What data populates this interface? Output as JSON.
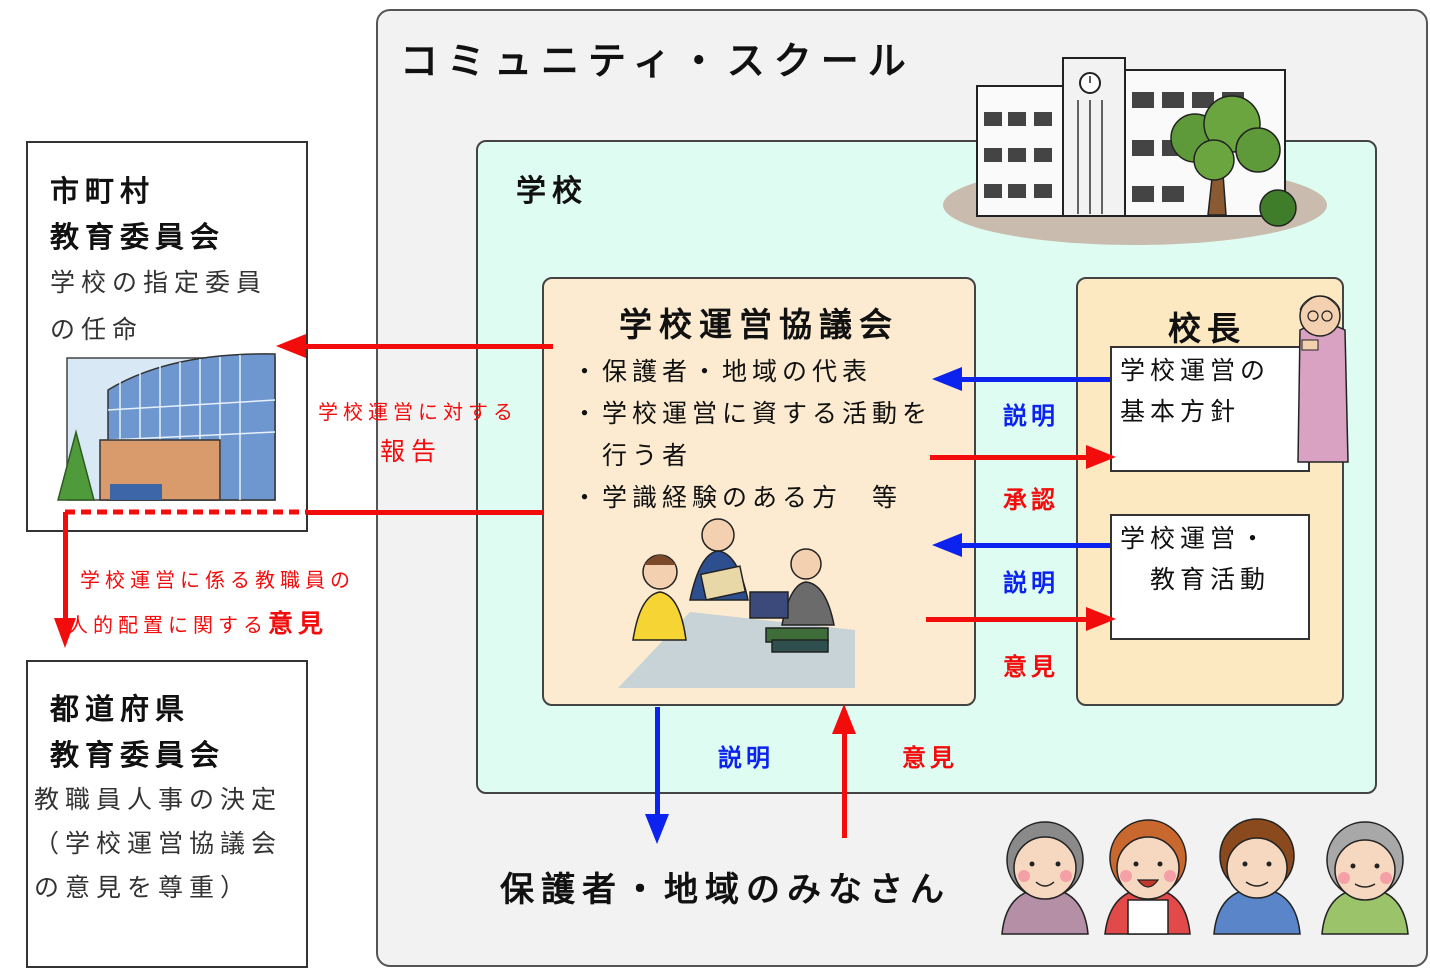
{
  "community_school": {
    "title": "コミュニティ・スクール"
  },
  "school": {
    "title": "学校"
  },
  "council": {
    "title": "学校運営協議会",
    "members": [
      "・保護者・地域の代表",
      "・学校運営に資する活動を",
      "　行う者",
      "・学識経験のある方　等"
    ]
  },
  "principal": {
    "title": "校長",
    "box1": [
      "学校運営の",
      "基本方針"
    ],
    "box2": [
      "学校運営・",
      "　教育活動"
    ]
  },
  "municipal_board": {
    "title": [
      "市町村",
      "教育委員会"
    ],
    "text": [
      "学校の指定委員",
      "の任命"
    ]
  },
  "prefectural_board": {
    "title": [
      "都道府県",
      "教育委員会"
    ],
    "text": [
      "教職員人事の決定",
      "（学校運営協議会",
      "の意見を尊重）"
    ]
  },
  "arrows": {
    "report_line1": "学校運営に対する",
    "report_line2": "報告",
    "opinion_line1": "学校運営に係る教職員の",
    "opinion_line2": "人的配置に関する",
    "opinion_emph": "意見",
    "explain1": "説明",
    "approve": "承認",
    "explain2": "説明",
    "opinion_principal": "意見",
    "explain_bottom": "説明",
    "opinion_bottom": "意見"
  },
  "residents": {
    "title": "保護者・地域のみなさん"
  },
  "colors": {
    "red": "#f20c0c",
    "blue": "#0c22ef",
    "school_bg": "#dffcf3",
    "council_bg": "#fcebd0",
    "principal_bg": "#fce9c2"
  }
}
